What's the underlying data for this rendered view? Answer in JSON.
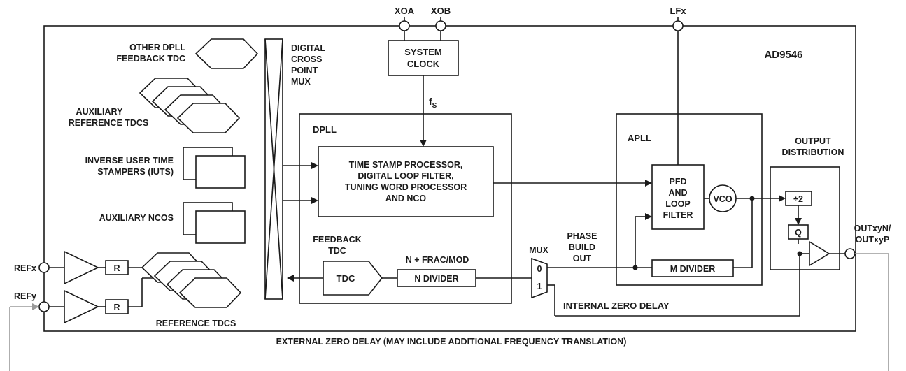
{
  "pins": {
    "xoa": "XOA",
    "xob": "XOB",
    "lfx": "LFx",
    "refx": "REFx",
    "refy": "REFy",
    "out_n": "OUTxyN/",
    "out_p": "OUTxyP"
  },
  "chip_label": "AD9546",
  "system_clock": {
    "line1": "SYSTEM",
    "line2": "CLOCK"
  },
  "fs": {
    "main": "f",
    "sub": "S"
  },
  "left_blocks": {
    "other_dpll": {
      "line1": "OTHER DPLL",
      "line2": "FEEDBACK TDC"
    },
    "aux_ref": {
      "line1": "AUXILIARY",
      "line2": "REFERENCE TDCS"
    },
    "iuts": {
      "line1": "INVERSE USER TIME",
      "line2": "STAMPERS (IUTS)"
    },
    "aux_nco": "AUXILIARY NCOS",
    "ref_tdcs": "REFERENCE TDCS"
  },
  "crosspoint": {
    "line1": "DIGITAL",
    "line2": "CROSS",
    "line3": "POINT",
    "line4": "MUX"
  },
  "dpll": {
    "label": "DPLL",
    "processor": {
      "line1": "TIME STAMP PROCESSOR,",
      "line2": "DIGITAL LOOP FILTER,",
      "line3": "TUNING WORD PROCESSOR",
      "line4": "AND NCO"
    },
    "feedback_tdc": {
      "line1": "FEEDBACK",
      "line2": "TDC"
    },
    "tdc": "TDC",
    "n_frac": "N + FRAC/MOD",
    "n_divider": "N DIVIDER"
  },
  "mux": {
    "label": "MUX",
    "in0": "0",
    "in1": "1"
  },
  "phase_build_out": {
    "line1": "PHASE",
    "line2": "BUILD",
    "line3": "OUT"
  },
  "apll": {
    "label": "APLL",
    "pfd": {
      "line1": "PFD",
      "line2": "AND",
      "line3": "LOOP",
      "line4": "FILTER"
    },
    "vco": "VCO",
    "m_divider": "M DIVIDER"
  },
  "output_dist": {
    "line1": "OUTPUT",
    "line2": "DISTRIBUTION",
    "div2": "÷2",
    "q": "Q"
  },
  "r_label": "R",
  "internal_zero_delay": "INTERNAL ZERO DELAY",
  "external_zero_delay": "EXTERNAL ZERO DELAY (MAY INCLUDE ADDITIONAL FREQUENCY TRANSLATION)"
}
